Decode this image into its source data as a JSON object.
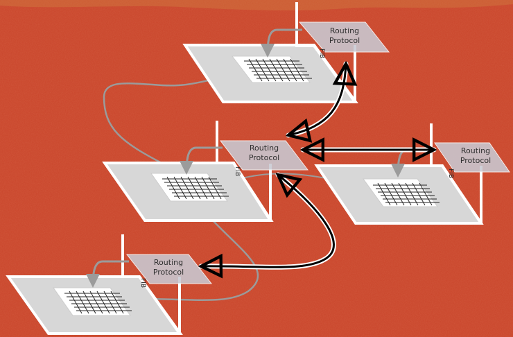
{
  "diagram": {
    "routers": [
      {
        "id": "router-top",
        "routing_protocol": "Routing\nProtocol",
        "fib_label": "FIB"
      },
      {
        "id": "router-middle-left",
        "routing_protocol": "Routing\nProtocol",
        "fib_label": "FIB"
      },
      {
        "id": "router-right",
        "routing_protocol": "Routing\nProtocol",
        "fib_label": "FIB"
      },
      {
        "id": "router-bottom-left",
        "routing_protocol": "Routing\nProtocol",
        "fib_label": "FIB"
      }
    ],
    "colors": {
      "background": "#c9442a",
      "platform_white": "#ffffff",
      "platform_fill": "#d9d9d9",
      "routing_panel": "#c9cad3",
      "gray_line": "#9b9b9b",
      "control_line": "#000000"
    }
  }
}
